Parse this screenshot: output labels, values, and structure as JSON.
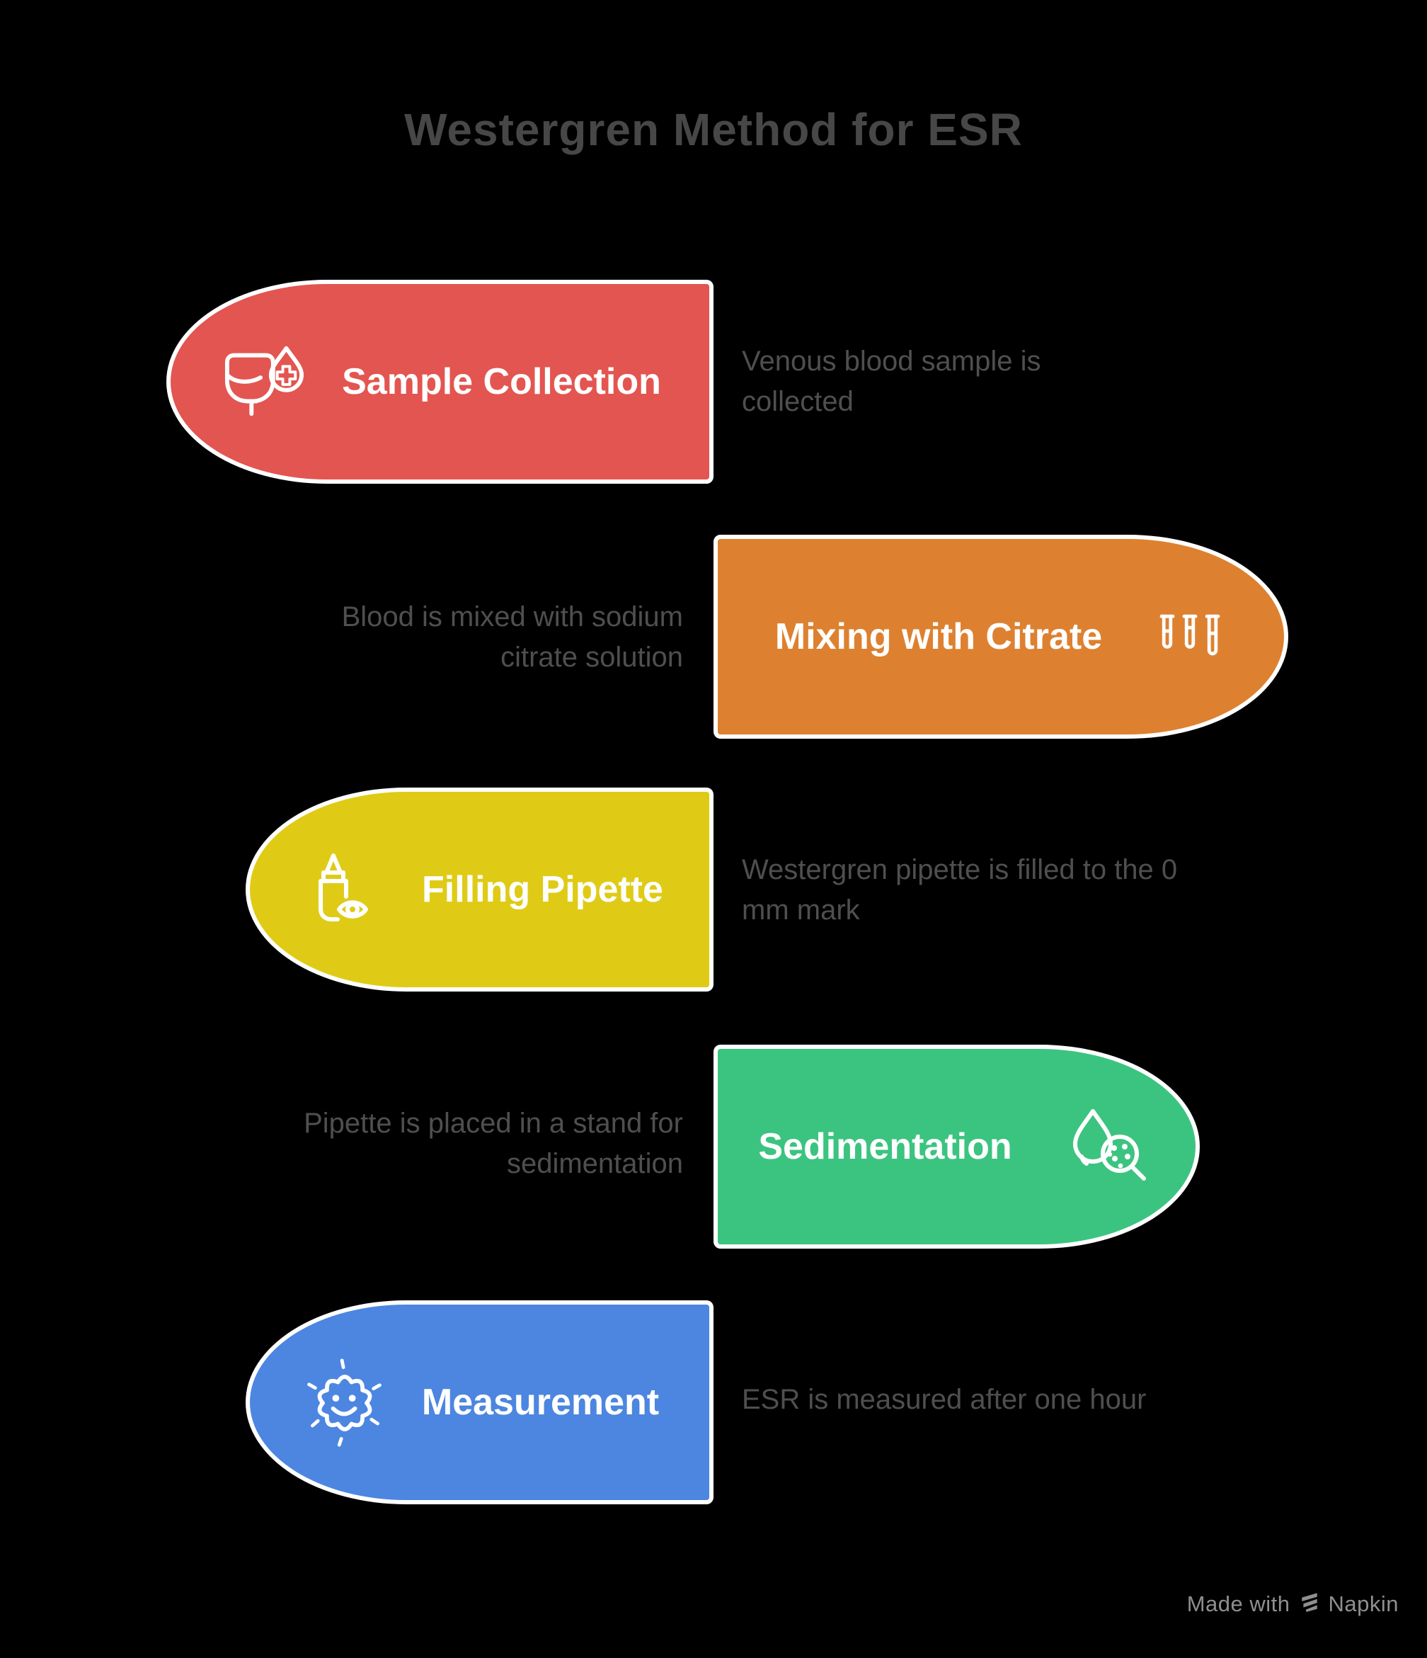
{
  "title": "Westergren Method for ESR",
  "steps": [
    {
      "label": "Sample Collection",
      "description": "Venous blood sample is collected",
      "color": "#E35550",
      "icon": "blood-bag-drop-icon"
    },
    {
      "label": "Mixing with Citrate",
      "description": "Blood is mixed with sodium citrate solution",
      "color": "#DD8130",
      "icon": "test-tubes-icon"
    },
    {
      "label": "Filling Pipette",
      "description": "Westergren pipette is filled to the 0 mm mark",
      "color": "#DFCB16",
      "icon": "dropper-bottle-eye-icon"
    },
    {
      "label": "Sedimentation",
      "description": "Pipette is placed in a stand for sedimentation",
      "color": "#3BC480",
      "icon": "blood-drop-magnifier-icon"
    },
    {
      "label": "Measurement",
      "description": "ESR is measured after one hour",
      "color": "#4C86E0",
      "icon": "microbe-smiley-icon"
    }
  ],
  "footer": {
    "made_with": "Made with",
    "brand": "Napkin"
  }
}
